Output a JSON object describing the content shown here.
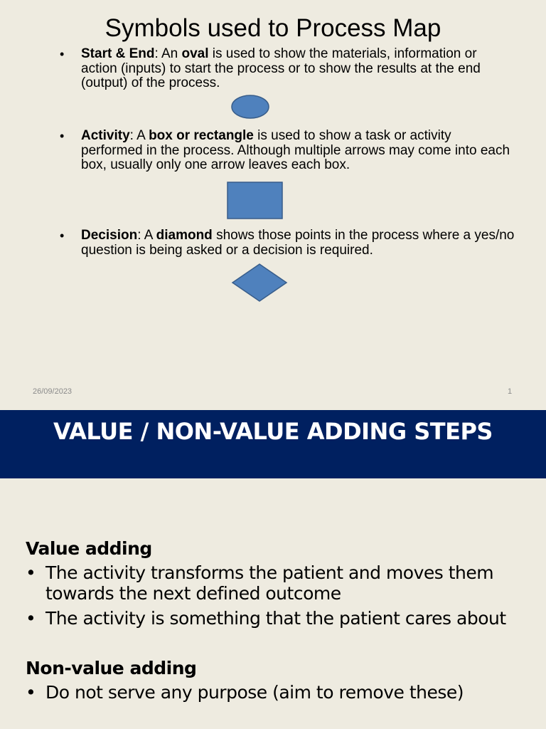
{
  "slide1": {
    "title": "Symbols used to Process Map",
    "bullets": [
      {
        "term": "Start & End",
        "text_a": ": An ",
        "bold_a": "oval",
        "text_b": " is used to show the materials, information or action (inputs) to start the process or to show the results at the end (output) of the process."
      },
      {
        "term": "Activity",
        "text_a": ": A ",
        "bold_a": "box or rectangle",
        "text_b": " is used to show a task or activity performed in the process.  Although multiple arrows may come into each box, usually only one arrow leaves each box."
      },
      {
        "term": "Decision",
        "text_a": ": A ",
        "bold_a": "diamond",
        "text_b": " shows those points in the process where a yes/no question is being asked or a decision is required."
      }
    ],
    "bullet_glyph": "•",
    "shape_fill": "#4f81bd",
    "shape_stroke": "#385d8a",
    "footer_date": "26/09/2023",
    "footer_page": "1"
  },
  "slide2": {
    "banner_title": "VALUE / NON-VALUE ADDING STEPS",
    "banner_color": "#002060",
    "value_heading": "Value adding",
    "value_bullets": [
      "The activity transforms the patient and moves them towards the next defined outcome",
      "The activity is something that the patient cares about"
    ],
    "nonvalue_heading": "Non-value adding",
    "nonvalue_bullets": [
      "Do not serve any purpose (aim to remove these)"
    ],
    "bullet_glyph": "•"
  }
}
